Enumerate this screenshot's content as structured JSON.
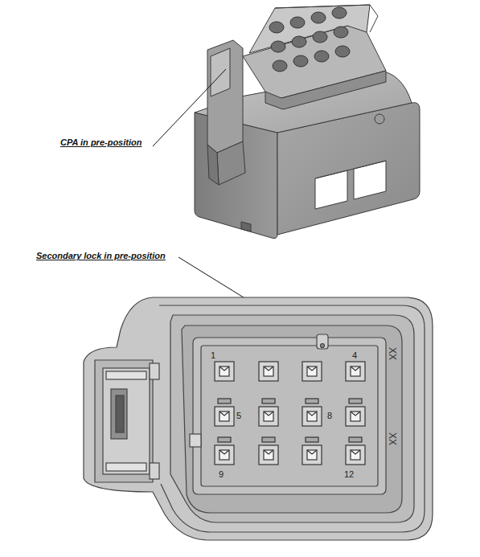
{
  "diagram": {
    "labels": [
      "CPA in pre-position",
      "Secondary lock in pre-position",
      "1",
      "4",
      "5",
      "8",
      "9",
      "12",
      "XX",
      "XX"
    ]
  }
}
